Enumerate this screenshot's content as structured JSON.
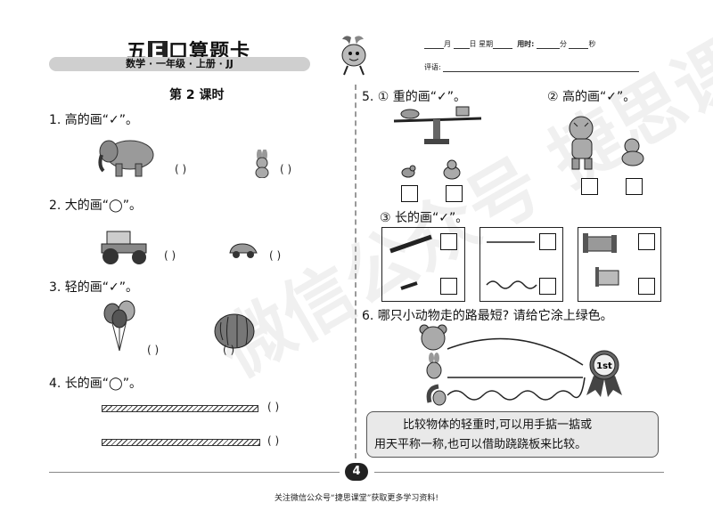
{
  "header": {
    "brand_pre": "五",
    "brand_box": "E",
    "brand_post": "口算题卡",
    "subtitle": "数学 · 一年级 · 上册 · JJ",
    "date_fields": [
      "月",
      "日",
      "星期"
    ],
    "time_label": "用时:",
    "time_units": [
      "分",
      "秒"
    ],
    "eval_label": "评语:"
  },
  "lesson_title": "第 2 课时",
  "questions": {
    "q1": "1. 高的画“✓”。",
    "q2": "2. 大的画“◯”。",
    "q3": "3. 轻的画“✓”。",
    "q4": "4. 长的画“◯”。",
    "q5": "5. ① 重的画“✓”。",
    "q5b": "② 高的画“✓”。",
    "q5c": "③ 长的画“✓”。",
    "q6": "6. 哪只小动物走的路最短? 请给它涂上绿色。"
  },
  "paren": "(          )",
  "tip": {
    "line1": "比较物体的轻重时,可以用手掂一掂或",
    "line2": "用天平称一称,也可以借助跷跷板来比较。"
  },
  "page_number": "4",
  "footer": "关注微信公众号“捷思课堂”获取更多学习资料!",
  "medal_text": "1st",
  "watermark": "微信公众号 捷思课堂"
}
